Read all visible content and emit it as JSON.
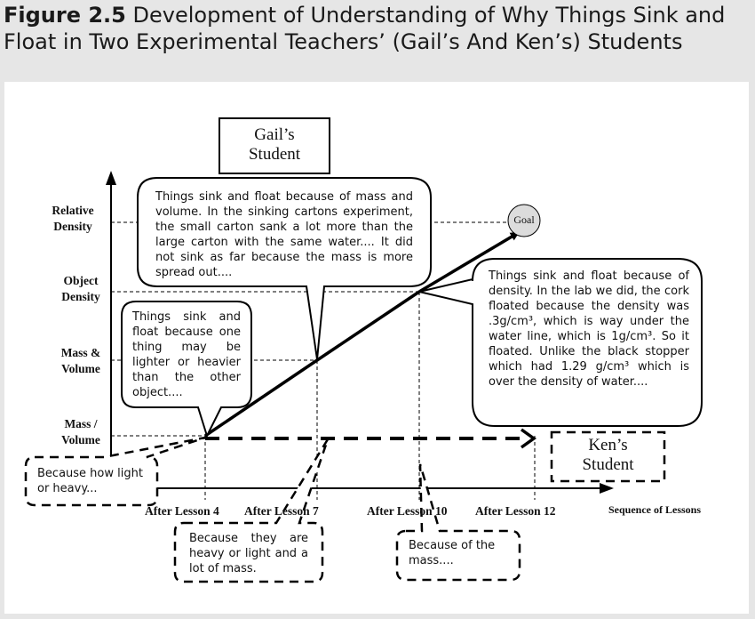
{
  "caption": {
    "label": "Figure 2.5",
    "text": "Development of Understanding of Why Things Sink and Float in Two Experimental Teachers’ (Gail’s And Ken’s) Students"
  },
  "diagram": {
    "y_levels": [
      {
        "line1": "Relative",
        "line2": "Density"
      },
      {
        "line1": "Object",
        "line2": "Density"
      },
      {
        "line1": "Mass &",
        "line2": "Volume"
      },
      {
        "line1": "Mass /",
        "line2": "Volume"
      }
    ],
    "x_labels": {
      "lesson4": "After Lesson 4",
      "lesson7": "After Lesson 7",
      "lesson10": "After Lesson 10",
      "lesson12": "After Lesson 12",
      "axis_title": "Sequence of Lessons"
    },
    "goal": "Goal",
    "gail": {
      "line1": "Gail’s",
      "line2": "Student"
    },
    "ken": {
      "line1": "Ken’s",
      "line2": "Student"
    },
    "quotes": {
      "gail_lesson4": "Things sink and float because one thing may be lighter or heavier than the other object....",
      "gail_lesson7": "Things sink and float because of mass and volume. In the sinking cartons experiment, the small carton sank a lot more than the large carton with the same water.... It did not sink as far because the mass is more spread out....",
      "gail_lesson10": "Things sink and float because of density. In the lab we did, the cork floated because the density was .3g/cm³, which is way under the water line, which is 1g/cm³. So it floated. Unlike the black stopper which had 1.29 g/cm³ which is over the density of water....",
      "ken_lesson4": "Because how light or heavy...",
      "ken_lesson7": "Because they are heavy or light and a lot of mass.",
      "ken_lesson10": "Because of the mass...."
    }
  }
}
